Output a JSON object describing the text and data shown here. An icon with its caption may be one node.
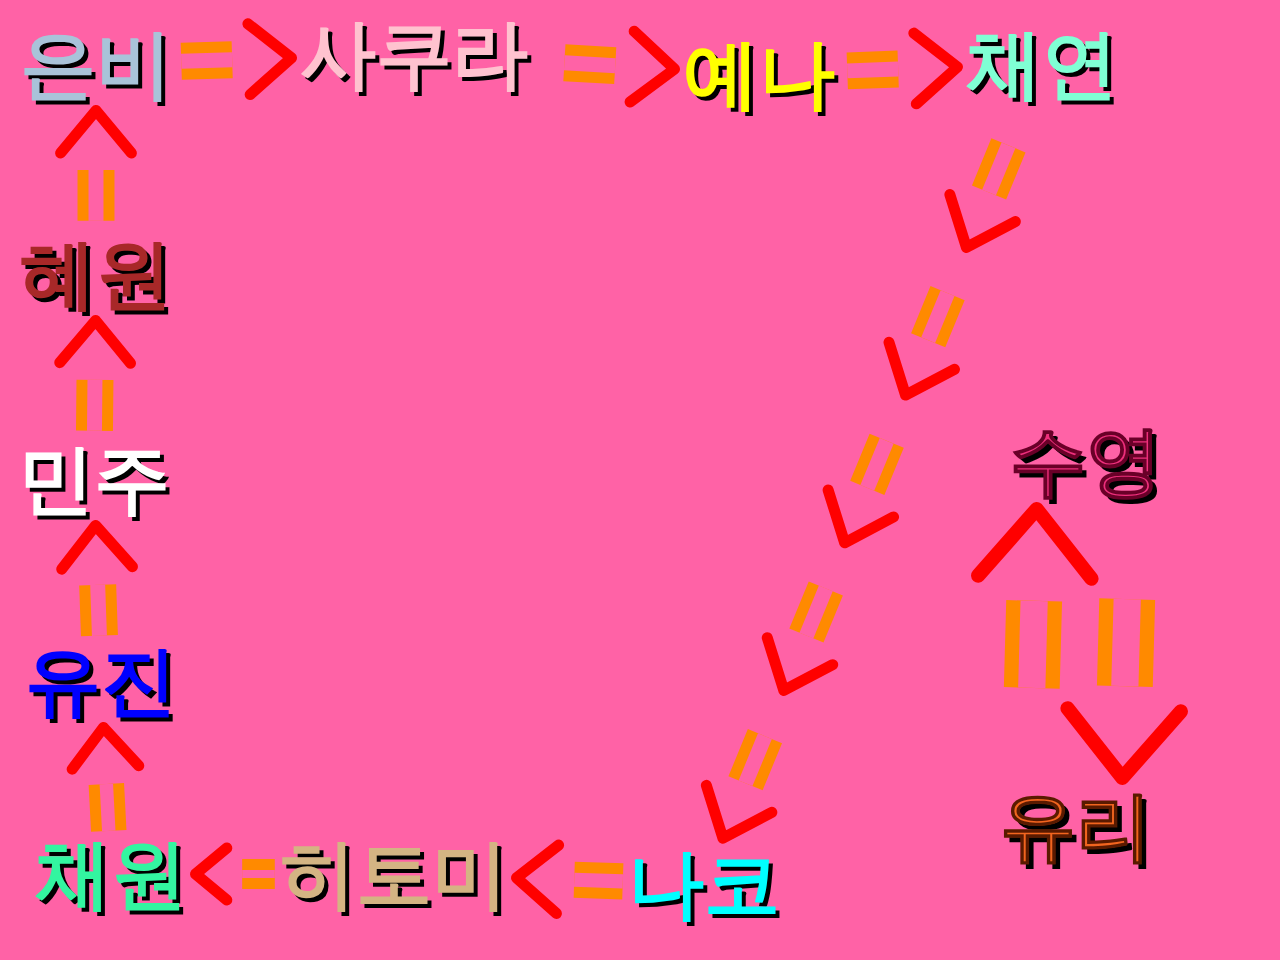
{
  "diagram": {
    "nodes": [
      {
        "text": [
          "은비"
        ]
      },
      {
        "text": [
          "사쿠라"
        ]
      },
      {
        "text": [
          "예나"
        ]
      },
      {
        "text": [
          "채연"
        ]
      },
      {
        "text": [
          "혜원"
        ]
      },
      {
        "text": [
          "민주"
        ]
      },
      {
        "text": [
          "수영"
        ]
      },
      {
        "text": [
          "유진"
        ]
      },
      {
        "text": [
          "유리"
        ]
      },
      {
        "text": [
          "채원"
        ]
      },
      {
        "text": [
          "히토미"
        ]
      },
      {
        "text": [
          "나코"
        ]
      }
    ],
    "edges": [
      {
        "from": 0,
        "to": 1,
        "arrow": "to"
      },
      {
        "from": 1,
        "to": 2,
        "arrow": "to"
      },
      {
        "from": 2,
        "to": 3,
        "arrow": "to"
      },
      {
        "from": 3,
        "to": 11,
        "arrow": "to"
      },
      {
        "from": 11,
        "to": 10,
        "arrow": "to"
      },
      {
        "from": 10,
        "to": 9,
        "arrow": "to"
      },
      {
        "from": 9,
        "to": 7,
        "arrow": "to"
      },
      {
        "from": 7,
        "to": 5,
        "arrow": "to"
      },
      {
        "from": 5,
        "to": 4,
        "arrow": "to"
      },
      {
        "from": 4,
        "to": 0,
        "arrow": "to"
      },
      {
        "from": 8,
        "to": 6,
        "arrow": "to"
      },
      {
        "from": 6,
        "to": 8,
        "arrow": "to"
      }
    ]
  }
}
